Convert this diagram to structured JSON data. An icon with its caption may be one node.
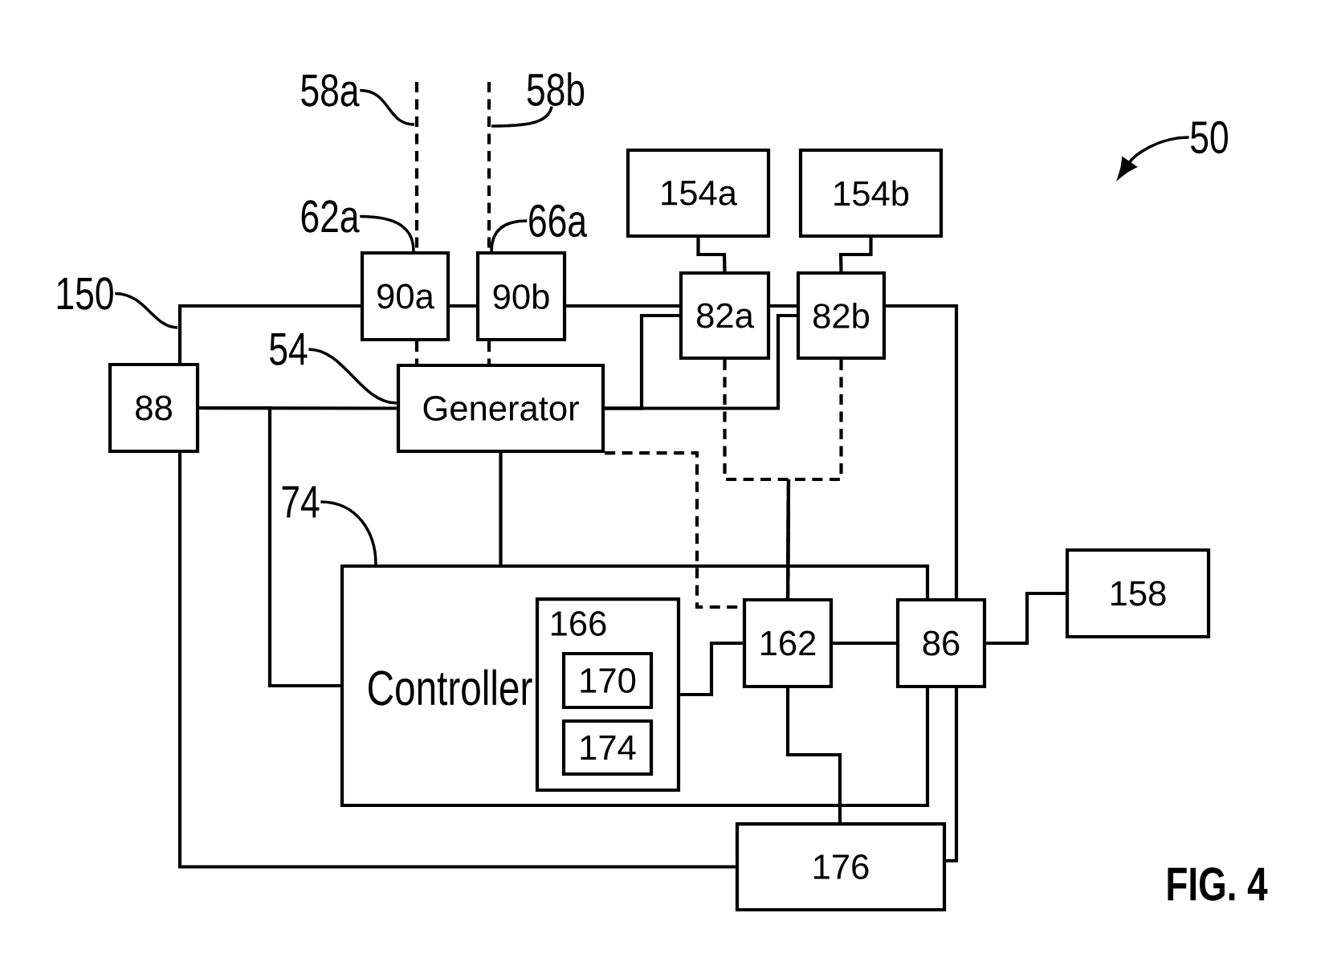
{
  "diagram": {
    "caption": "FIG. 4",
    "nodes": [
      {
        "text": [
          "58a"
        ]
      },
      {
        "text": [
          "58b"
        ]
      },
      {
        "text": [
          "50"
        ]
      },
      {
        "text": [
          "154a"
        ]
      },
      {
        "text": [
          "154b"
        ]
      },
      {
        "text": [
          "62a"
        ]
      },
      {
        "text": [
          "66a"
        ]
      },
      {
        "text": [
          "150"
        ]
      },
      {
        "text": [
          "90a"
        ]
      },
      {
        "text": [
          "90b"
        ]
      },
      {
        "text": [
          "82a"
        ]
      },
      {
        "text": [
          "82b"
        ]
      },
      {
        "text": [
          "54"
        ]
      },
      {
        "text": [
          "88"
        ]
      },
      {
        "text": [
          "Generator"
        ]
      },
      {
        "text": [
          "74"
        ]
      },
      {
        "text": [
          "Controller"
        ]
      },
      {
        "text": [
          "166"
        ],
        "in": 16
      },
      {
        "text": [
          "170"
        ],
        "in": 17
      },
      {
        "text": [
          "174"
        ],
        "in": 17
      },
      {
        "text": [
          "162"
        ],
        "in": 16
      },
      {
        "text": [
          "86"
        ]
      },
      {
        "text": [
          "158"
        ]
      },
      {
        "text": [
          "176"
        ]
      }
    ],
    "edges": [
      {
        "from": 0,
        "to": null,
        "arrow": "none"
      },
      {
        "from": 1,
        "to": null,
        "arrow": "none"
      },
      {
        "from": 2,
        "to": null,
        "arrow": "to"
      },
      {
        "from": 5,
        "to": 8,
        "arrow": "none"
      },
      {
        "from": 6,
        "to": 9,
        "arrow": "none"
      },
      {
        "from": 7,
        "to": null,
        "arrow": "none"
      },
      {
        "from": 12,
        "to": 14,
        "arrow": "none"
      },
      {
        "from": 15,
        "to": 16,
        "arrow": "none"
      },
      {
        "from": null,
        "to": 8,
        "arrow": "none",
        "style": "dashed"
      },
      {
        "from": null,
        "to": 9,
        "arrow": "none",
        "style": "dashed"
      },
      {
        "from": 3,
        "to": 10,
        "arrow": "none"
      },
      {
        "from": 4,
        "to": 11,
        "arrow": "none"
      },
      {
        "from": 13,
        "to": 8,
        "arrow": "none"
      },
      {
        "from": 8,
        "to": 9,
        "arrow": "none"
      },
      {
        "from": 9,
        "to": 10,
        "arrow": "none"
      },
      {
        "from": 10,
        "to": 11,
        "arrow": "none"
      },
      {
        "from": 11,
        "to": 21,
        "arrow": "none"
      },
      {
        "from": 8,
        "to": 14,
        "arrow": "none",
        "style": "dashed"
      },
      {
        "from": 9,
        "to": 14,
        "arrow": "none",
        "style": "dashed"
      },
      {
        "from": 14,
        "to": 10,
        "arrow": "none"
      },
      {
        "from": 14,
        "to": 11,
        "arrow": "none"
      },
      {
        "from": 13,
        "to": 14,
        "arrow": "none"
      },
      {
        "from": 13,
        "to": 16,
        "arrow": "none"
      },
      {
        "from": 13,
        "to": 23,
        "arrow": "none"
      },
      {
        "from": 14,
        "to": 16,
        "arrow": "none"
      },
      {
        "from": 14,
        "to": 20,
        "arrow": "none",
        "style": "dashed"
      },
      {
        "from": 10,
        "to": 20,
        "arrow": "none",
        "style": "dashed"
      },
      {
        "from": 11,
        "to": 20,
        "arrow": "none",
        "style": "dashed"
      },
      {
        "from": 17,
        "to": 20,
        "arrow": "none"
      },
      {
        "from": 20,
        "to": 21,
        "arrow": "none"
      },
      {
        "from": 20,
        "to": 23,
        "arrow": "none"
      },
      {
        "from": 21,
        "to": 22,
        "arrow": "none"
      },
      {
        "from": 21,
        "to": 23,
        "arrow": "none"
      }
    ]
  }
}
